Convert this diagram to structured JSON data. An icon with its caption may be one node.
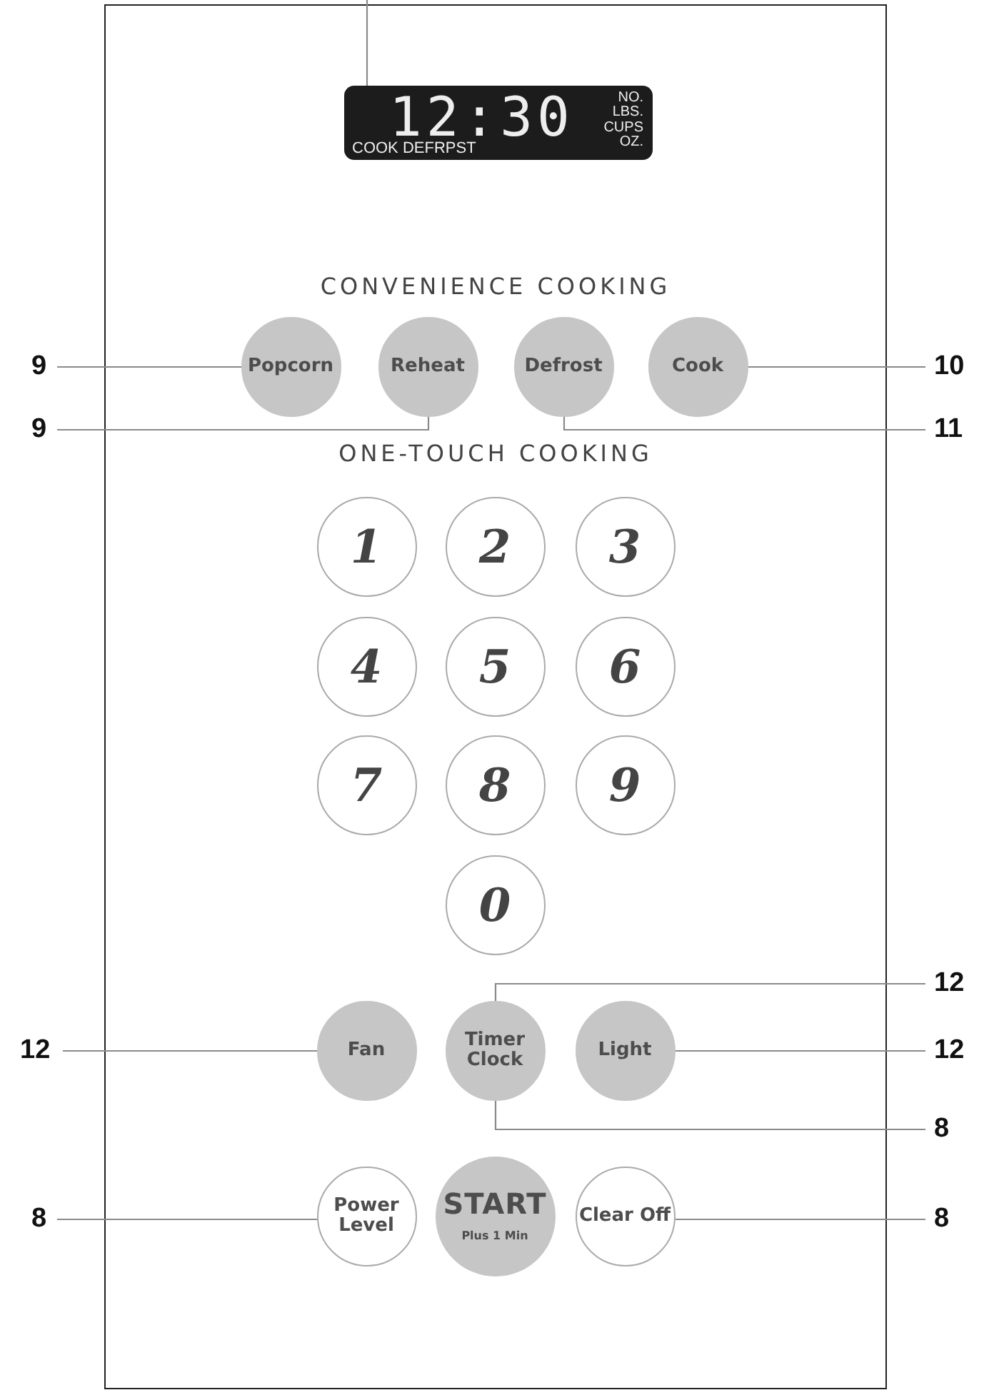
{
  "diagram": {
    "nodes": [
      {
        "text": [],
        "shape": "box"
      },
      {
        "text": [
          "12:30",
          "NO.",
          "LBS.",
          "CUPS",
          "OZ.",
          "COOK DEFRPST"
        ],
        "in": 0
      },
      {
        "text": [
          "9"
        ]
      },
      {
        "text": [
          "Popcorn"
        ],
        "in": 0
      },
      {
        "text": [
          "Reheat"
        ],
        "in": 0
      },
      {
        "text": [
          "Defrost"
        ],
        "in": 0
      },
      {
        "text": [
          "Cook"
        ],
        "in": 0
      },
      {
        "text": [
          "10"
        ]
      },
      {
        "text": [
          "9"
        ]
      },
      {
        "text": [
          "11"
        ]
      },
      {
        "text": [
          "1"
        ],
        "in": 0
      },
      {
        "text": [
          "2"
        ],
        "in": 0
      },
      {
        "text": [
          "3"
        ],
        "in": 0
      },
      {
        "text": [
          "4"
        ],
        "in": 0
      },
      {
        "text": [
          "5"
        ],
        "in": 0
      },
      {
        "text": [
          "6"
        ],
        "in": 0
      },
      {
        "text": [
          "7"
        ],
        "in": 0
      },
      {
        "text": [
          "8"
        ],
        "in": 0
      },
      {
        "text": [
          "9"
        ],
        "in": 0
      },
      {
        "text": [
          "0"
        ],
        "in": 0
      },
      {
        "text": [
          "12"
        ]
      },
      {
        "text": [
          "12"
        ]
      },
      {
        "text": [
          "Fan"
        ],
        "in": 0
      },
      {
        "text": [
          "Timer Clock"
        ],
        "in": 0
      },
      {
        "text": [
          "Light"
        ],
        "in": 0
      },
      {
        "text": [
          "12"
        ]
      },
      {
        "text": [
          "8"
        ]
      },
      {
        "text": [
          "8"
        ]
      },
      {
        "text": [
          "Power Level"
        ],
        "in": 0
      },
      {
        "text": [
          "START",
          "Plus 1 Min"
        ],
        "in": 0
      },
      {
        "text": [
          "Clear Off"
        ],
        "in": 0
      },
      {
        "text": [
          "8"
        ]
      }
    ],
    "edges": [
      {
        "from": 1,
        "to": null,
        "arrow": "none"
      },
      {
        "from": 2,
        "to": 3,
        "arrow": "none"
      },
      {
        "from": 8,
        "to": 4,
        "arrow": "none"
      },
      {
        "from": 9,
        "to": 5,
        "arrow": "none"
      },
      {
        "from": 7,
        "to": 6,
        "arrow": "none"
      },
      {
        "from": 20,
        "to": 23,
        "arrow": "none"
      },
      {
        "from": 21,
        "to": 22,
        "arrow": "none"
      },
      {
        "from": 25,
        "to": 24,
        "arrow": "none"
      },
      {
        "from": 26,
        "to": 23,
        "arrow": "none"
      },
      {
        "from": 27,
        "to": 28,
        "arrow": "none"
      },
      {
        "from": 31,
        "to": 30,
        "arrow": "none"
      }
    ],
    "labels": [
      "CONVENIENCE COOKING",
      "ONE-TOUCH COOKING"
    ]
  }
}
